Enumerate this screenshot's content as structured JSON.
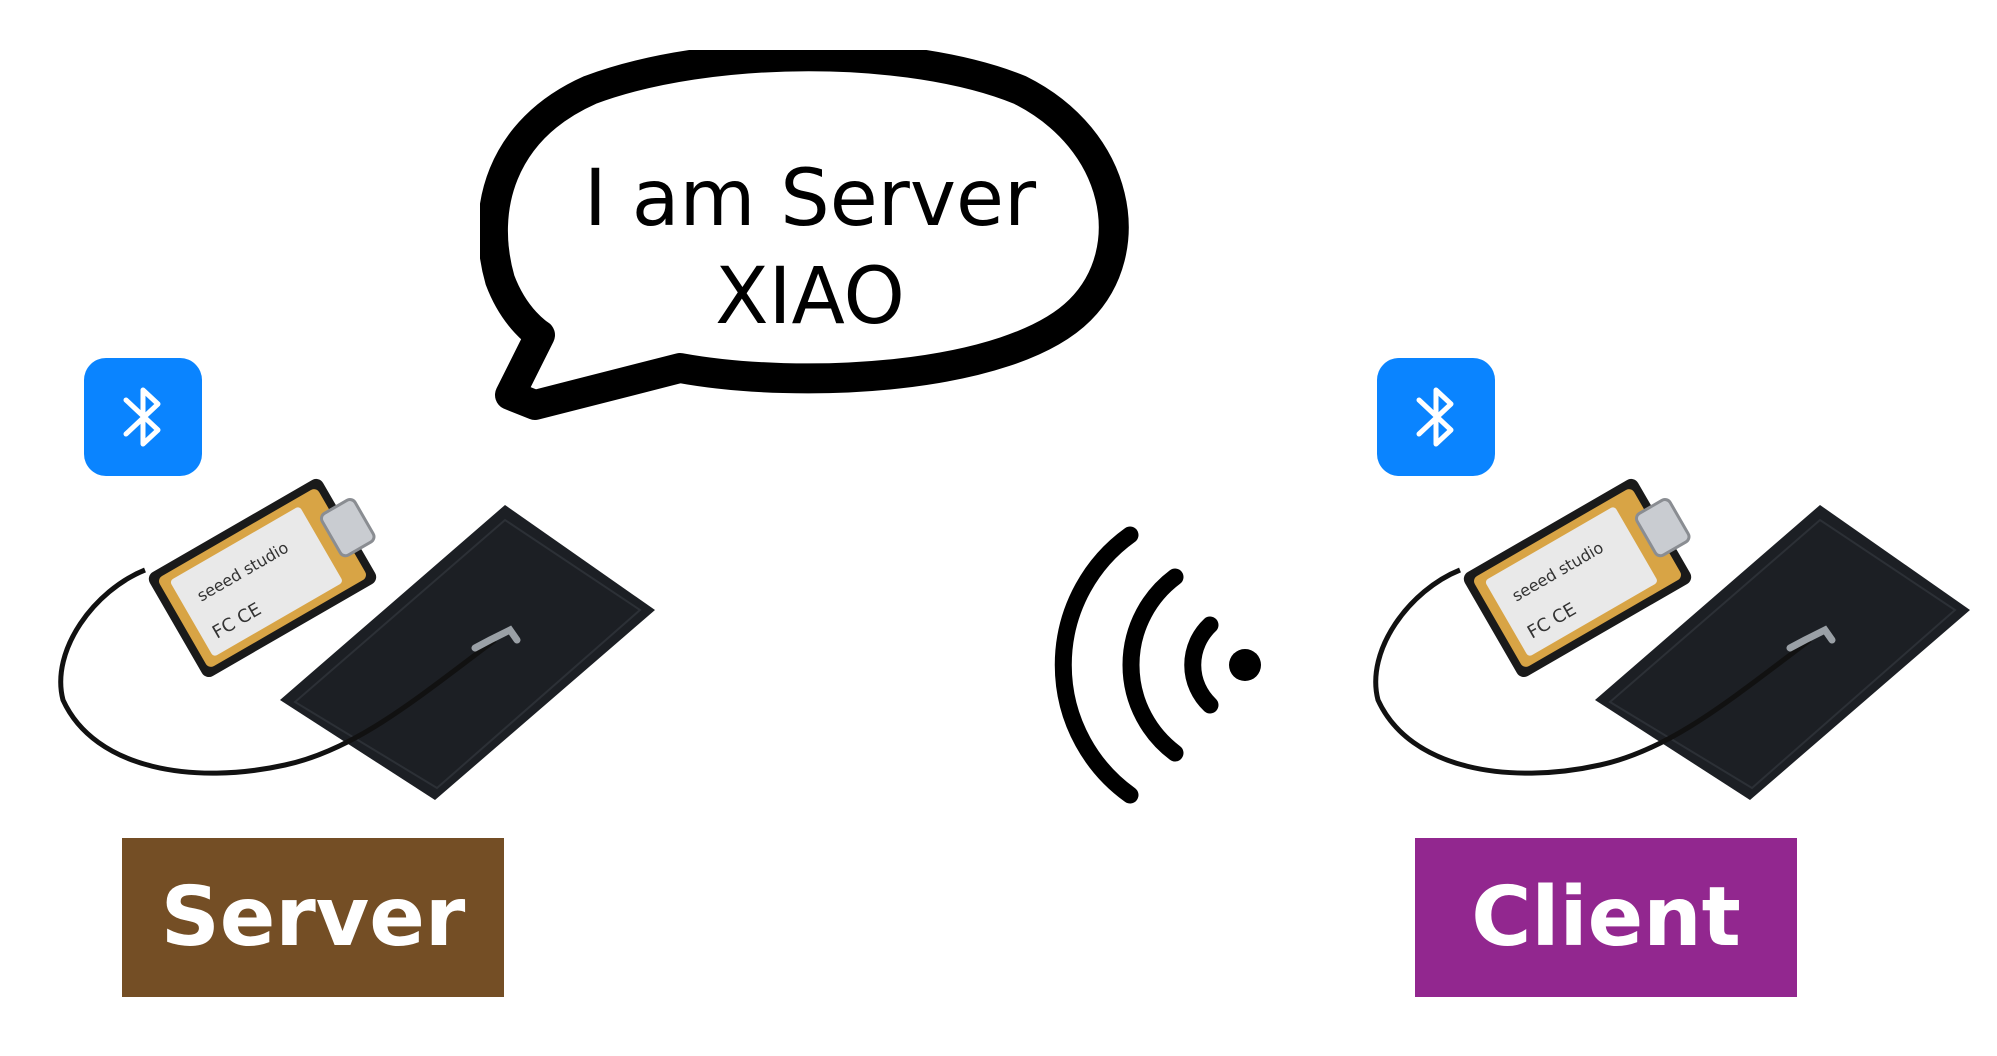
{
  "bubble": {
    "line1": "I am Server",
    "line2": "XIAO"
  },
  "server": {
    "label": "Server",
    "label_color": "#744E25",
    "bluetooth_icon": "bluetooth-icon",
    "board_text": "seeed studio"
  },
  "client": {
    "label": "Client",
    "label_color": "#92278F",
    "bluetooth_icon": "bluetooth-icon",
    "board_text": "seeed studio"
  },
  "signal_icon": "wireless-signal-icon",
  "colors": {
    "bluetooth_bg": "#0A84FF",
    "text": "#000000"
  }
}
